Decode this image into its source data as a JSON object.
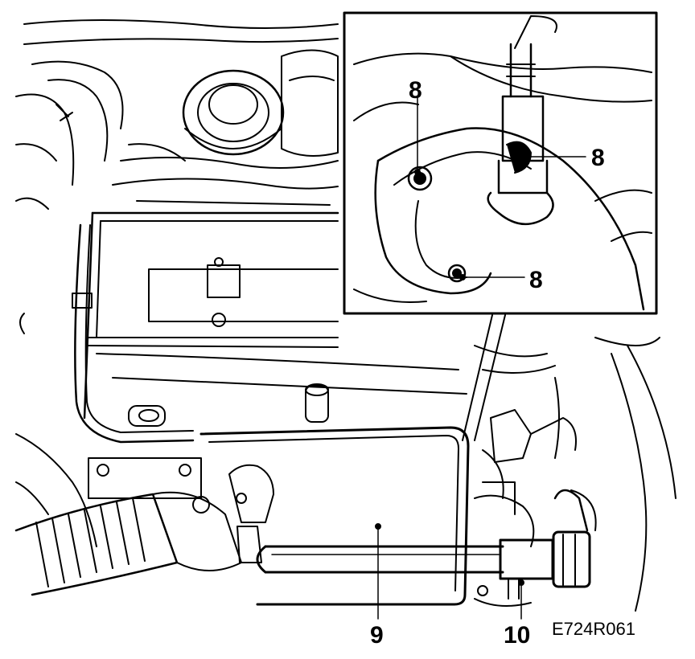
{
  "diagram": {
    "callouts": {
      "inset_top": "8",
      "inset_right": "8",
      "inset_bottom": "8",
      "main_left": "9",
      "main_right": "10"
    },
    "figure_code": "E724R061",
    "colors": {
      "ink": "#000000",
      "paper": "#ffffff"
    }
  }
}
